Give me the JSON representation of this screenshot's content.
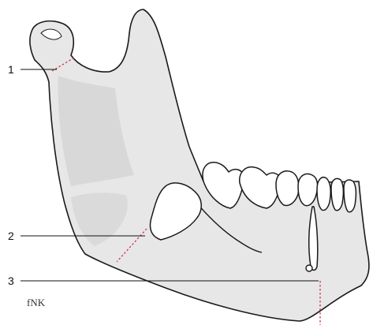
{
  "labels": {
    "l1": "1",
    "l2": "2",
    "l3": "3"
  },
  "signature": "fNK",
  "colors": {
    "bone": "#e7e7e7",
    "fracture_line": "#d2344a",
    "outline": "#1a1a1a"
  }
}
